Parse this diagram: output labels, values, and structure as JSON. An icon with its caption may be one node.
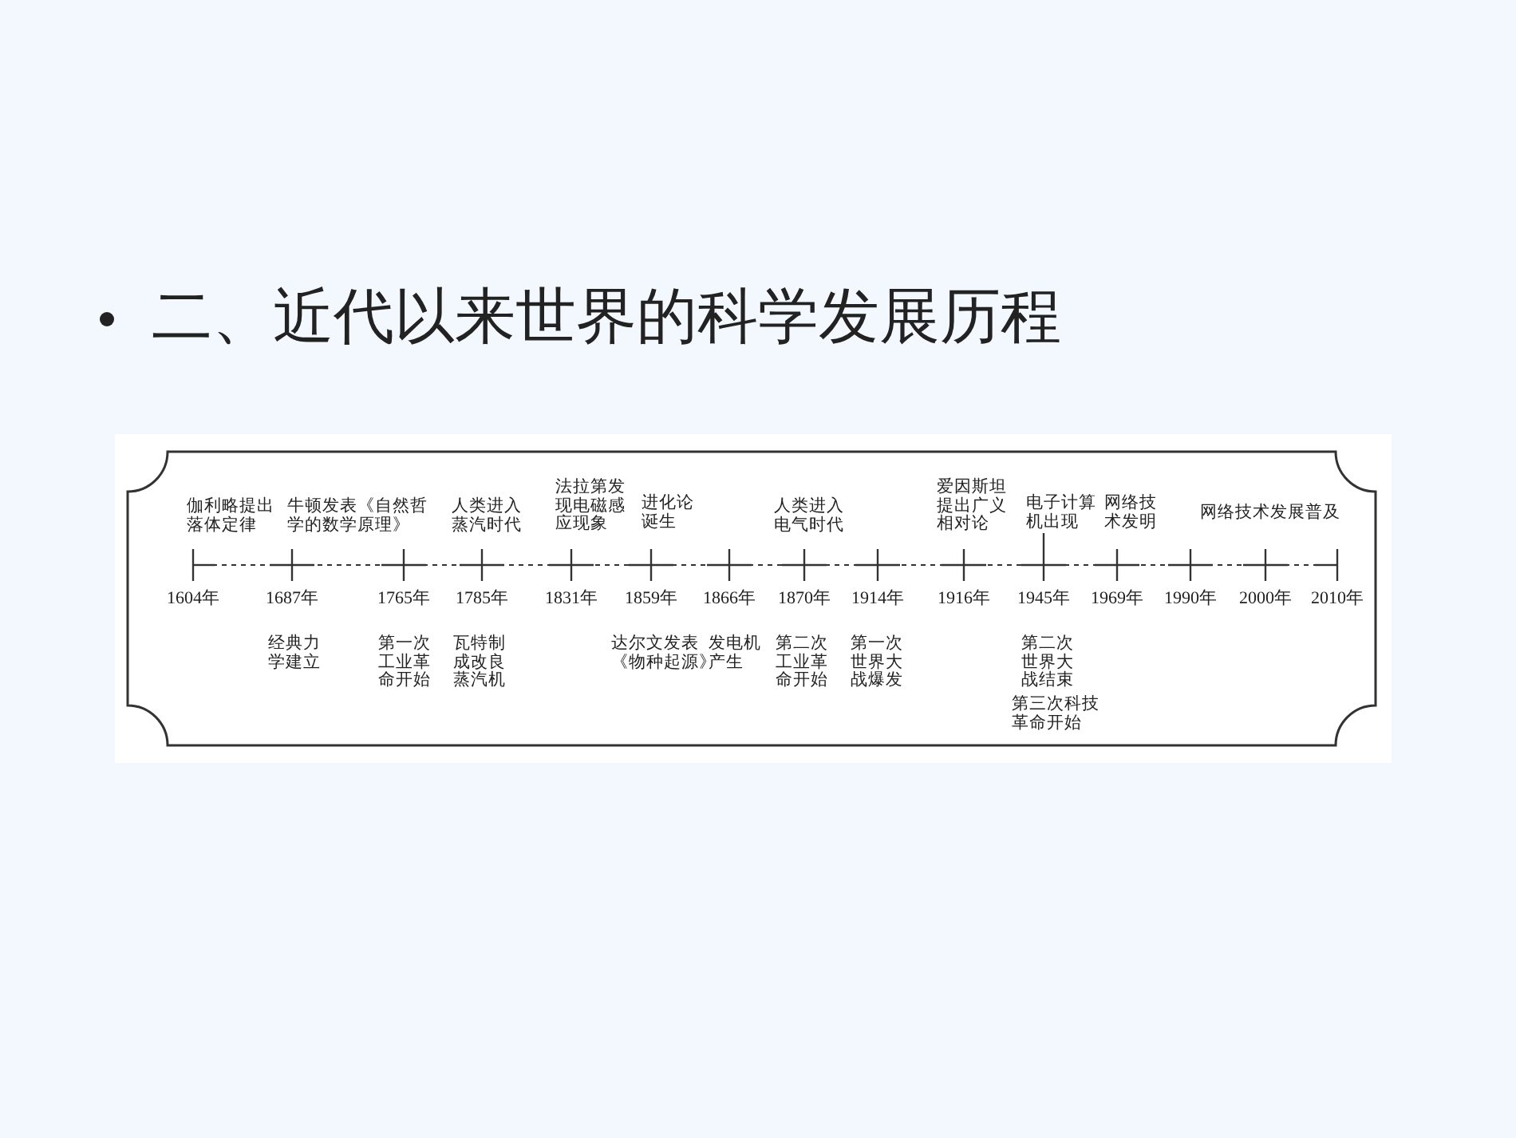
{
  "diagram": {
    "title": "二、近代以来世界的科学发展历程",
    "nodes": [
      {
        "text": [
          "电子计算机出现"
        ]
      },
      {
        "text": [],
        "shape": "bar"
      }
    ],
    "edges": [
      {
        "from": 0,
        "to": 1,
        "arrow": "none"
      }
    ],
    "labels": [
      "伽利略提出落体定律",
      "牛顿发表《自然哲学的数学原理》",
      "人类进入蒸汽时代",
      "法拉第发现电磁感应现象",
      "进化论诞生",
      "人类进入电气时代",
      "爱因斯坦提出广义相对论",
      "网络技术发明",
      "网络技术发展普及",
      "1604年",
      "1687年",
      "1765年",
      "1785年",
      "1831年",
      "1859年",
      "1866年",
      "1870年",
      "1914年",
      "1916年",
      "1945年",
      "1969年",
      "1990年",
      "2000年",
      "2010年",
      "经典力学建立",
      "第一次工业革命开始",
      "瓦特制成改良蒸汽机",
      "达尔文发表《物种起源》",
      "发电机产生",
      "第二次工业革命开始",
      "第一次世界大战爆发",
      "第二次世界大战结束",
      "第三次科技革命开始"
    ]
  }
}
